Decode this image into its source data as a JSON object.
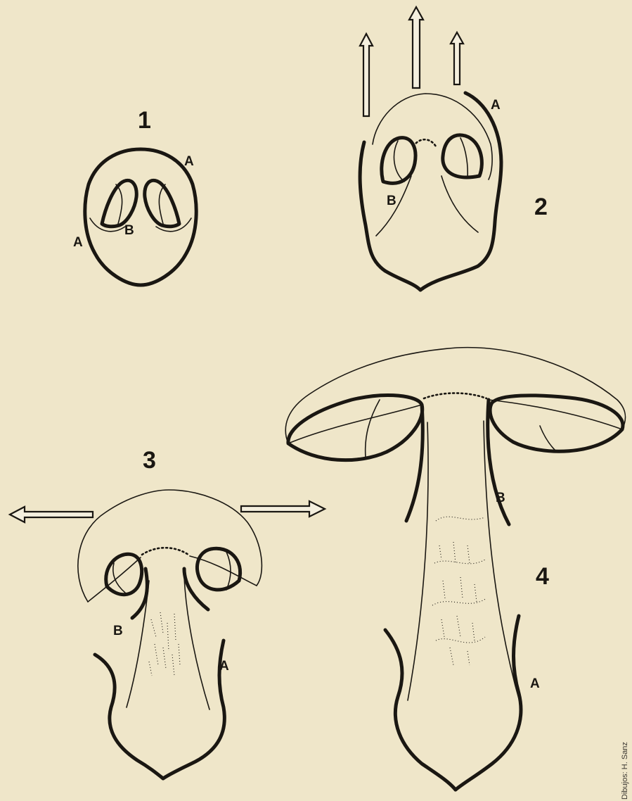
{
  "figure": {
    "stage_labels": [
      "1",
      "2",
      "3",
      "4"
    ],
    "part_labels": {
      "volva": "A",
      "ring": "B"
    },
    "credit": "Dibujos: H. Sanz"
  },
  "colors": {
    "paper": "#efe6c9",
    "ink": "#1a1712",
    "arrow_fill": "#f4efde"
  },
  "icons": {
    "growth_arrow": "up-arrow-icon",
    "expansion_arrow": "horizontal-double-arrow-icon"
  }
}
